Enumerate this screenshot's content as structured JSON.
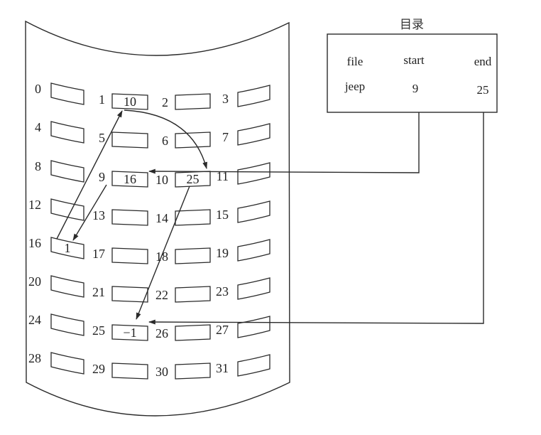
{
  "disk": {
    "blocks": [
      {
        "index": "0",
        "content": ""
      },
      {
        "index": "1",
        "content": "10"
      },
      {
        "index": "2",
        "content": ""
      },
      {
        "index": "3",
        "content": ""
      },
      {
        "index": "4",
        "content": ""
      },
      {
        "index": "5",
        "content": ""
      },
      {
        "index": "6",
        "content": ""
      },
      {
        "index": "7",
        "content": ""
      },
      {
        "index": "8",
        "content": ""
      },
      {
        "index": "9",
        "content": "16"
      },
      {
        "index": "10",
        "content": "25"
      },
      {
        "index": "11",
        "content": ""
      },
      {
        "index": "12",
        "content": ""
      },
      {
        "index": "13",
        "content": ""
      },
      {
        "index": "14",
        "content": ""
      },
      {
        "index": "15",
        "content": ""
      },
      {
        "index": "16",
        "content": "1"
      },
      {
        "index": "17",
        "content": ""
      },
      {
        "index": "18",
        "content": ""
      },
      {
        "index": "19",
        "content": ""
      },
      {
        "index": "20",
        "content": ""
      },
      {
        "index": "21",
        "content": ""
      },
      {
        "index": "22",
        "content": ""
      },
      {
        "index": "23",
        "content": ""
      },
      {
        "index": "24",
        "content": ""
      },
      {
        "index": "25",
        "content": "-1"
      },
      {
        "index": "26",
        "content": ""
      },
      {
        "index": "27",
        "content": ""
      },
      {
        "index": "28",
        "content": ""
      },
      {
        "index": "29",
        "content": ""
      },
      {
        "index": "30",
        "content": ""
      },
      {
        "index": "31",
        "content": ""
      }
    ],
    "chain": [
      9,
      16,
      1,
      10,
      25
    ]
  },
  "directory": {
    "title": "目录",
    "headers": {
      "file": "file",
      "start": "start",
      "end": "end"
    },
    "entry": {
      "file": "jeep",
      "start": "9",
      "end": "25"
    }
  }
}
